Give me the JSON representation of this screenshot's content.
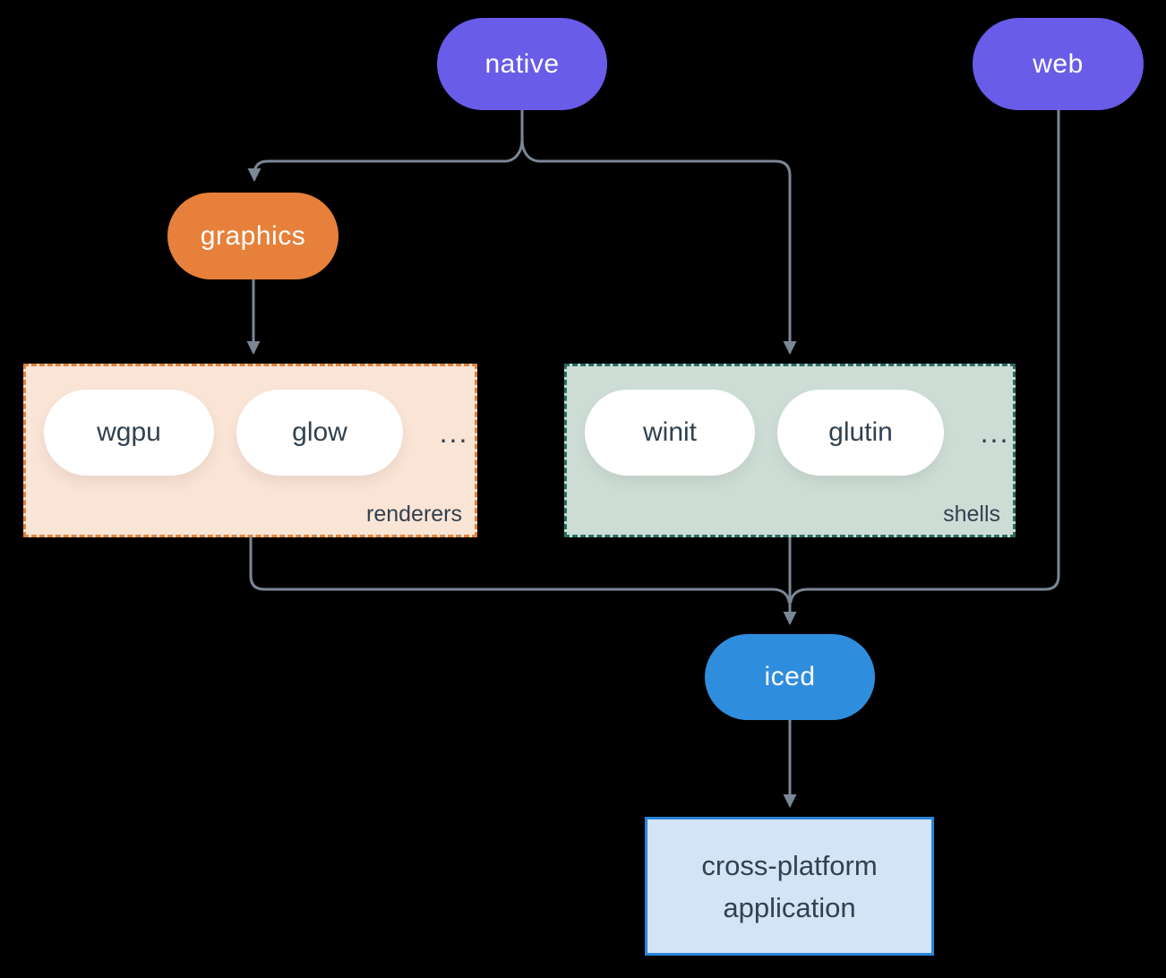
{
  "diagram": {
    "background_color": "#000000",
    "connector_color": "#7b8795",
    "nodes": {
      "native": {
        "label": "native",
        "color": "#695ce8"
      },
      "web": {
        "label": "web",
        "color": "#695ce8"
      },
      "graphics": {
        "label": "graphics",
        "color": "#e6803a"
      },
      "iced": {
        "label": "iced",
        "color": "#2f8dde"
      },
      "app": {
        "label_line1": "cross-platform",
        "label_line2": "application",
        "fill_color": "#d2e4f5",
        "border_color": "#2a84dc"
      }
    },
    "groups": {
      "renderers": {
        "label": "renderers",
        "fill_color": "#fae4d6",
        "border_color": "#e0813c",
        "items": [
          "wgpu",
          "glow"
        ],
        "more": "..."
      },
      "shells": {
        "label": "shells",
        "fill_color": "#cdddd6",
        "border_color": "#2a6e64",
        "items": [
          "winit",
          "glutin"
        ],
        "more": "..."
      }
    }
  }
}
